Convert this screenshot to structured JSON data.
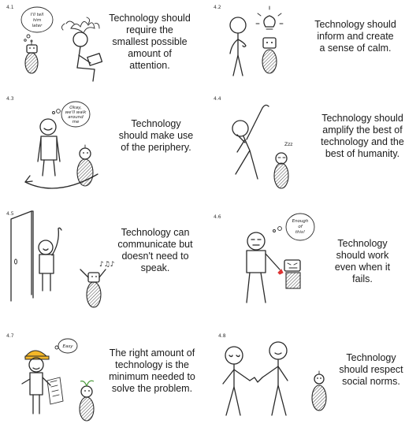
{
  "panels": [
    {
      "number": "4.1",
      "caption": "Technology should require the smallest possible amount of attention.",
      "bubble": [
        "I'll tell",
        "him",
        "later"
      ]
    },
    {
      "number": "4.2",
      "caption": "Technology should inform and create a sense of calm.",
      "bubble": []
    },
    {
      "number": "4.3",
      "caption": "Technology should make use of the periphery.",
      "bubble": [
        "Okay,",
        "we'll walk",
        "around",
        "me"
      ]
    },
    {
      "number": "4.4",
      "caption": "Technology should amplify the best of technology and the best of humanity.",
      "bubble": [
        "Zzz"
      ]
    },
    {
      "number": "4.5",
      "caption": "Technology can communicate but doesn't need to speak.",
      "bubble": []
    },
    {
      "number": "4.6",
      "caption": "Technology should work even when it fails.",
      "bubble": [
        "Enough",
        "of",
        "this!"
      ]
    },
    {
      "number": "4.7",
      "caption": "The right amount of technology is the minimum needed to solve the problem.",
      "bubble": [
        "Easy"
      ]
    },
    {
      "number": "4.8",
      "caption": "Technology should respect social norms.",
      "bubble": []
    }
  ]
}
